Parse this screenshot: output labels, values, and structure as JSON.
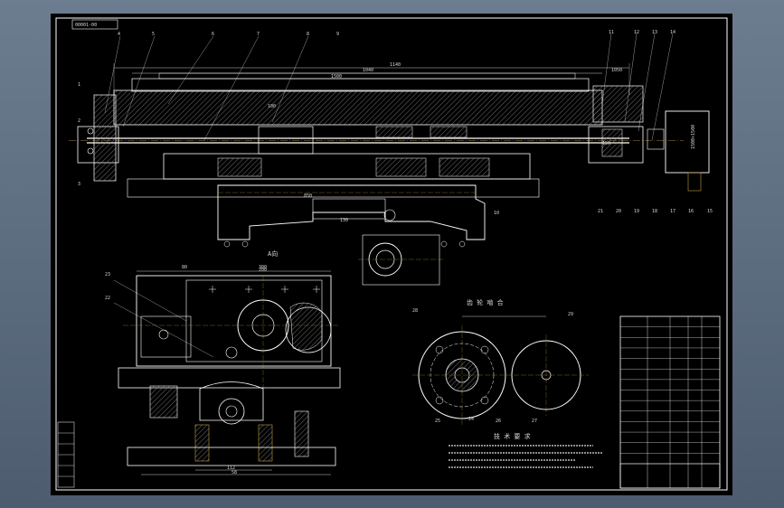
{
  "drawing": {
    "code_box": "00001-00",
    "dims": {
      "d1140": "1140",
      "d1040": "1040",
      "d1500": "1500",
      "d1050": "1050",
      "d100": "100",
      "d150": "150",
      "d850": "850",
      "d130": "130",
      "d300": "300",
      "d200": "200",
      "d112": "112",
      "d58": "58",
      "d80": "80"
    },
    "part_numbers": [
      "4",
      "5",
      "6",
      "7",
      "8",
      "9",
      "11",
      "12",
      "13",
      "14",
      "1",
      "2",
      "3",
      "10",
      "15",
      "16",
      "17",
      "18",
      "19",
      "20",
      "21",
      "22",
      "23",
      "24",
      "25",
      "26",
      "27",
      "28",
      "29"
    ],
    "view_label": "A向",
    "gear_title": "齿 轮 啮 合",
    "tech_title": "技 术 要 求",
    "motor_label": "1500×1500"
  },
  "title_block": {
    "rows": 14
  },
  "colors": {
    "bg": "#000000",
    "line": "#ffffff",
    "hatch": "#9a9a9a",
    "accent": "#c8a040"
  }
}
